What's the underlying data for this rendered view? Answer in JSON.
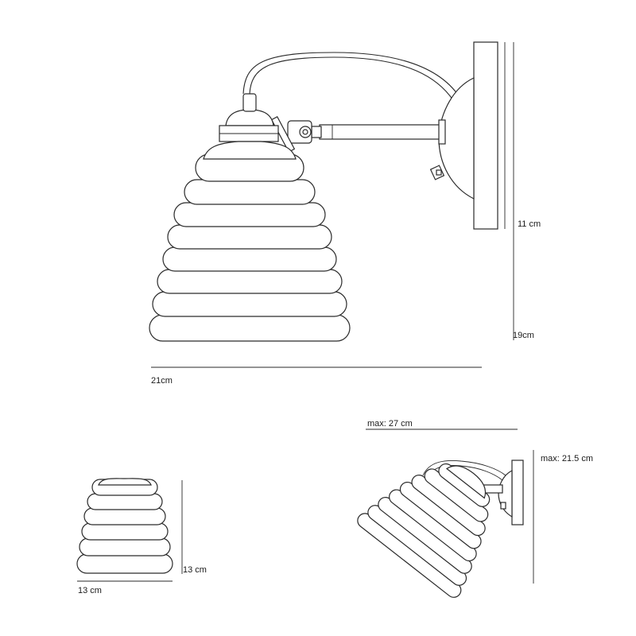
{
  "dimensions": {
    "main_height_small": "11 cm",
    "main_height_total": "19cm",
    "main_width": "21cm",
    "shade_height": "13 cm",
    "shade_width": "13 cm",
    "max_width": "max: 27 cm",
    "max_height": "max: 21.5 cm"
  },
  "colors": {
    "line": "#2a2a2a",
    "background": "#ffffff"
  }
}
